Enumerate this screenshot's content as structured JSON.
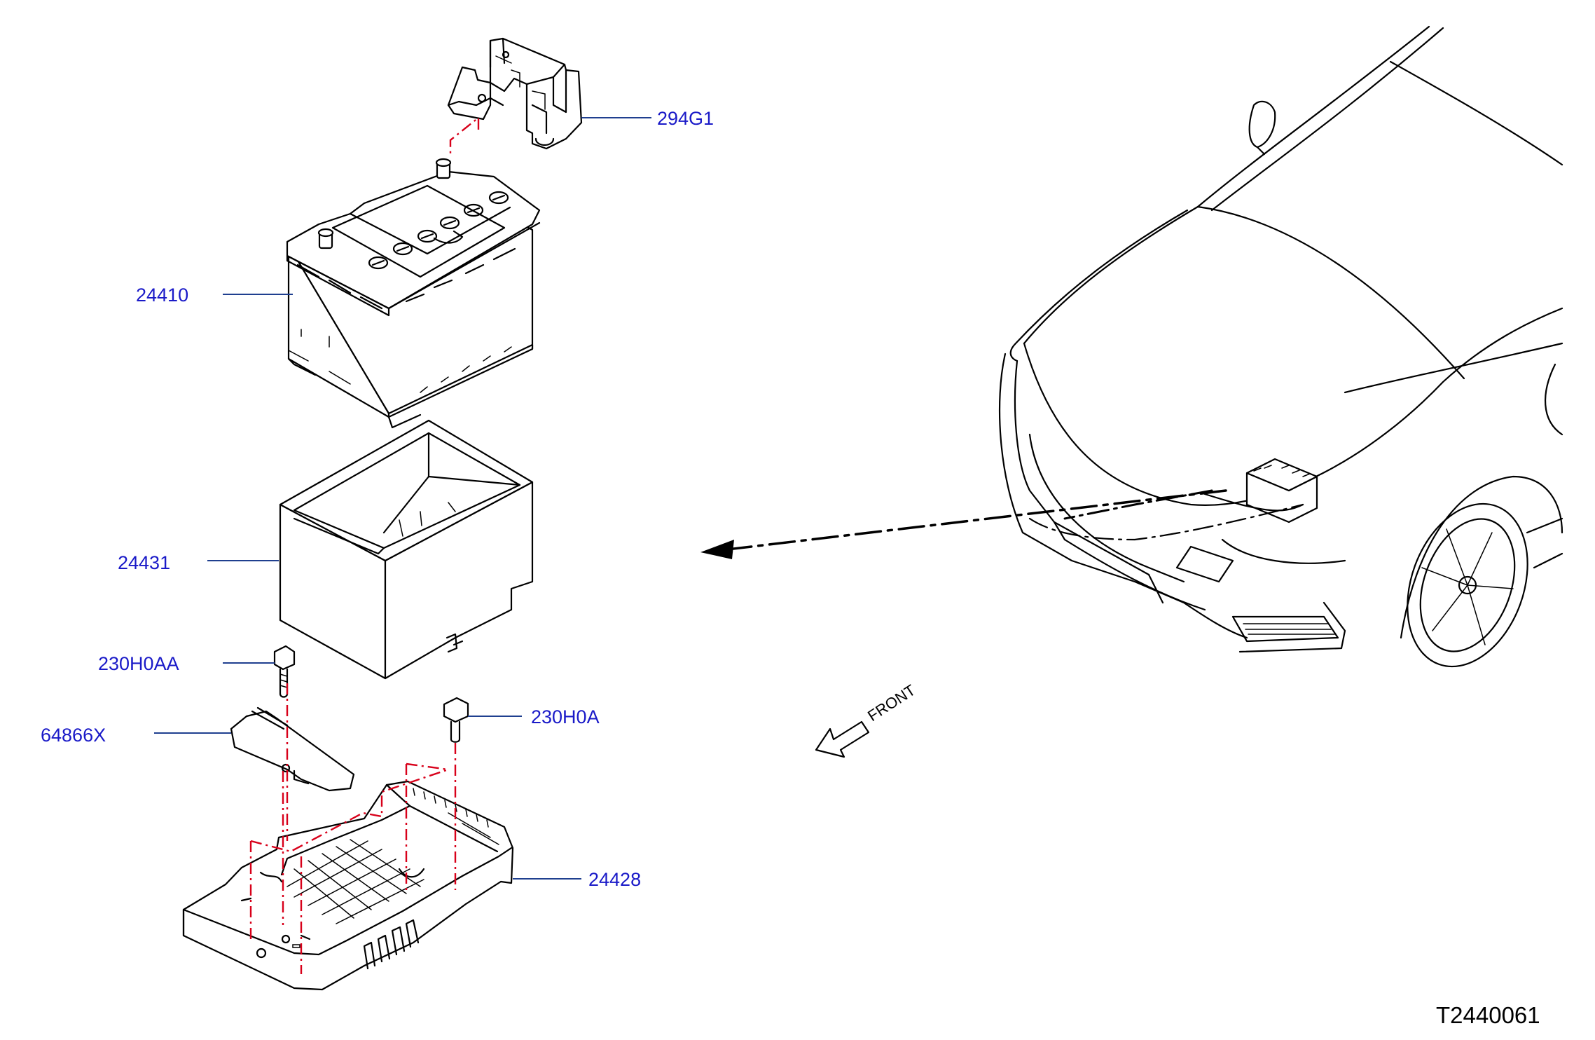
{
  "colors": {
    "label": "#1a1ac8",
    "leader": "#1f3f8f",
    "line": "#000000",
    "assembly": "#d8001a"
  },
  "parts": [
    {
      "id": "p294g1",
      "label": "294G1"
    },
    {
      "id": "p24410",
      "label": "24410"
    },
    {
      "id": "p24431",
      "label": "24431"
    },
    {
      "id": "p230h0aa",
      "label": "230H0AA"
    },
    {
      "id": "p64866x",
      "label": "64866X"
    },
    {
      "id": "p230h0a",
      "label": "230H0A"
    },
    {
      "id": "p24428",
      "label": "24428"
    }
  ],
  "direction": {
    "label": "FRONT"
  },
  "reference": {
    "code": "T2440061"
  },
  "icons": [
    "battery-icon",
    "front-arrow-icon",
    "bolt-icon",
    "car-front-icon"
  ]
}
